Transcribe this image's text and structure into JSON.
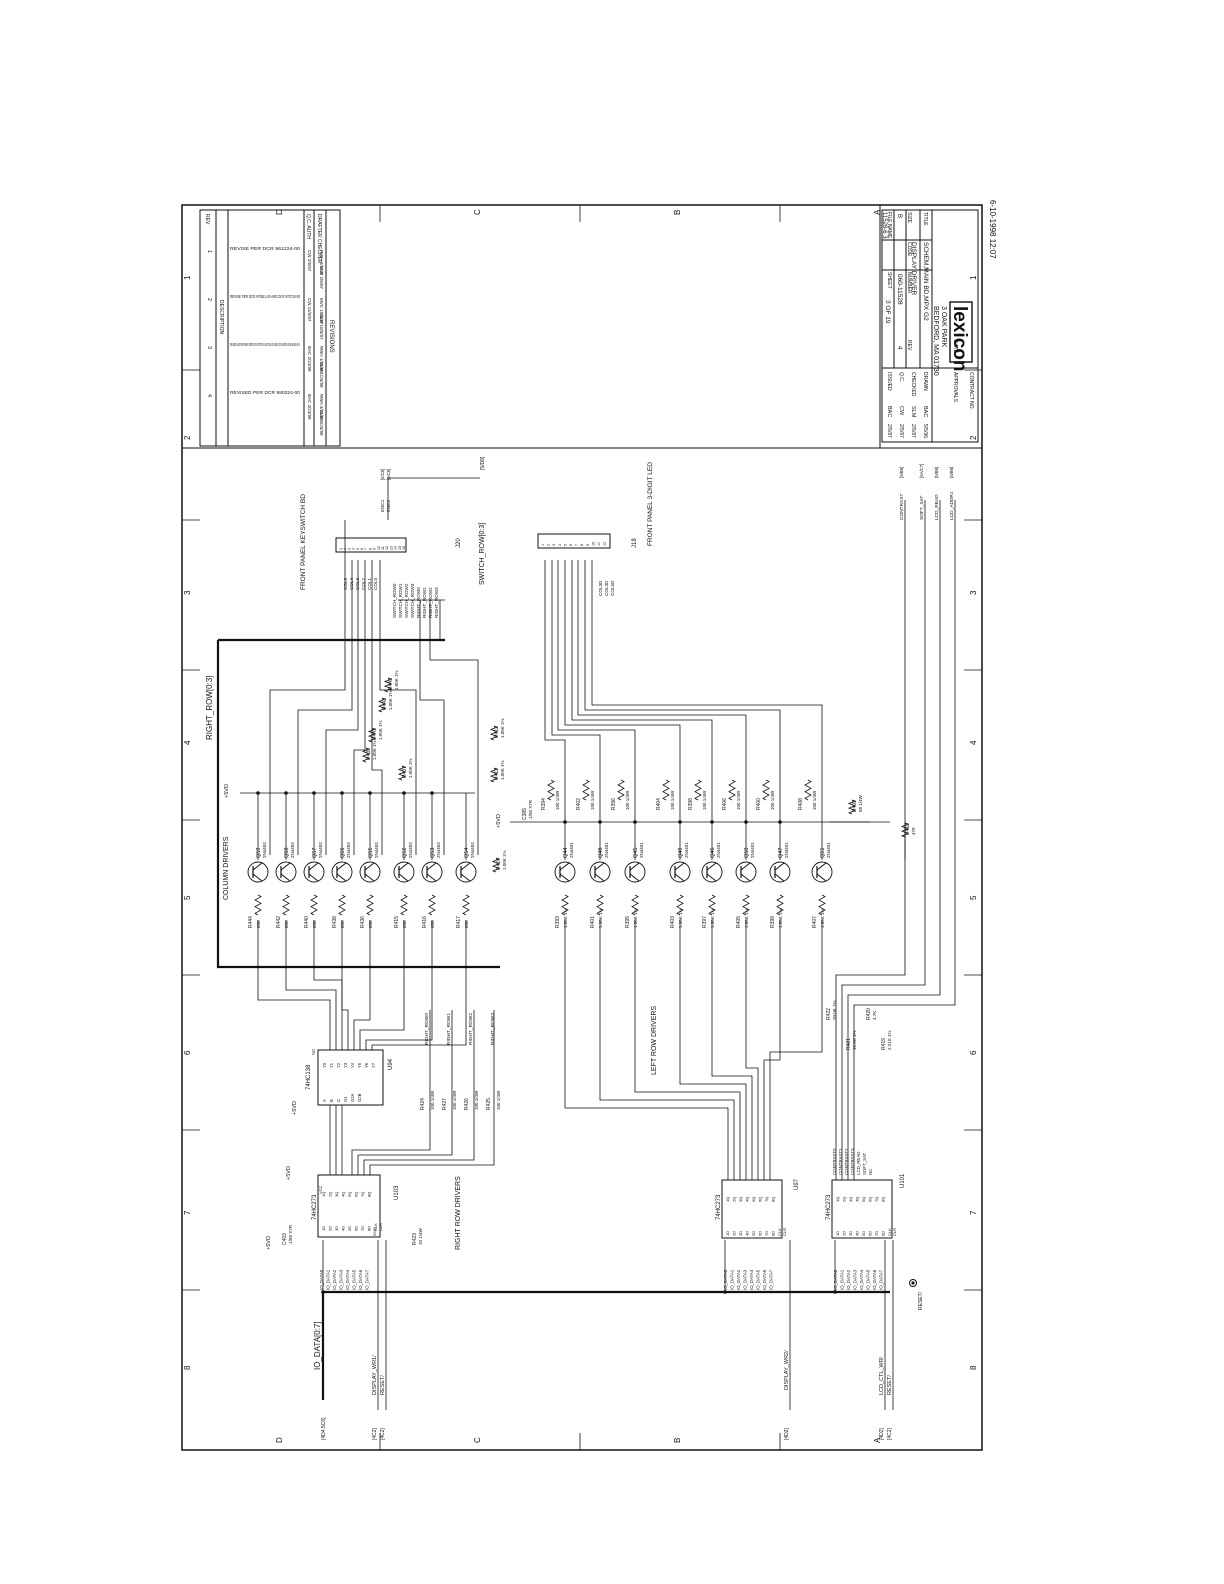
{
  "timestamp": "6-10-1998 12:07",
  "zones": {
    "cols": [
      "1",
      "2",
      "3",
      "4",
      "5",
      "6",
      "7",
      "8"
    ],
    "rows": [
      "A",
      "B",
      "C",
      "D"
    ]
  },
  "company": {
    "logo": "lexicon",
    "address1": "3 OAK PARK",
    "address2": "BEDFORD, MA 01730"
  },
  "title_block": {
    "contract_label": "CONTRACT NO.",
    "approvals_label": "APPROVALS",
    "date_label": "DATE",
    "title_label": "TITLE",
    "title_line1": "SCHEM,MAIN BD,MPX G2",
    "title_line2": "DISPLAY DRIVER",
    "rows": [
      {
        "role": "DRAWN",
        "name": "BAC",
        "date": "5/5/96"
      },
      {
        "role": "CHECKED",
        "name": "SLM",
        "date": "2/5/97"
      },
      {
        "role": "Q.C.",
        "name": "CW",
        "date": "2/5/97"
      },
      {
        "role": "ISSUED",
        "name": "BAC",
        "date": "2/5/97"
      }
    ],
    "size_label": "SIZE",
    "size": "B",
    "code_label": "CODE",
    "number_label": "NUMBER",
    "number": "060-11528",
    "rev_label": "REV",
    "rev": "4",
    "filename_label": "FILE NAME",
    "filename": "11528-6 3",
    "sheet_label": "SHEET",
    "sheet": "3 OF 19"
  },
  "revisions": {
    "heading": "REVISIONS",
    "cols": [
      "REV",
      "DESCRIPTION",
      "DRAFTER CHECKER",
      "Q.C. AUTH"
    ],
    "items": [
      {
        "rev": "1",
        "desc": "REVISE PER DCR 961224-00",
        "drafter": "RWH 2/6/97",
        "checker": "SLM 2/6/97",
        "qc": "CW 2/6/97"
      },
      {
        "rev": "2",
        "desc": "REVISE PER DCR 970611-00 AND DCR 970710-00",
        "drafter": "MVC 10/6/97",
        "checker": "SLM 10/6/97",
        "qc": "CW 11/6/97"
      },
      {
        "rev": "3",
        "desc": "REVISED AND REDRAWN PER DCRS 970701-00 & 971020-00 AND ECOS 980105-00 & 980106-00 A",
        "drafter": "RWH 1/26/98",
        "checker": "SLM 1/26/98",
        "qc": "BAC 2/24/98"
      },
      {
        "rev": "4",
        "desc": "REVISED PER DCR 980324-00",
        "drafter": "RWH 3/24/98",
        "checker": "SLM 3/25/98",
        "qc": "BAC 4/23/98"
      }
    ]
  },
  "schematic": {
    "front_panel_keyswitch": "FRONT PANEL KEYSWITCH BD",
    "j20": "J20",
    "j20_col_signals": [
      "COL5",
      "COL4",
      "COL3",
      "COL2",
      "COL1",
      "COL0"
    ],
    "j20_row_signals": [
      "SWITCH_ROW0",
      "SWITCH_ROW1",
      "SWITCH_ROW2",
      "SWITCH_ROW3",
      "RIGHT_ROW0",
      "RIGHT_ROW1",
      "RIGHT_ROW2",
      "RIGHT_ROW3"
    ],
    "j20_pins": [
      "1",
      "2",
      "3",
      "4",
      "5",
      "6",
      "7",
      "8",
      "9",
      "10",
      "11",
      "12",
      "13",
      "14",
      "15",
      "16"
    ],
    "enc_signals": [
      "ENC1",
      "ENC2"
    ],
    "enc_refs": [
      "[5/C8]",
      "[5/C8]"
    ],
    "switch_row_bus": "SWITCH_ROW[0:3]",
    "switch_row_ref": "[5/D8]",
    "front_panel_led": "FRONT PANEL 3-DIGIT LED",
    "j18": "J18",
    "j18_signals": [
      "COL3D",
      "COL4D",
      "COL5D"
    ],
    "j18_pins": [
      "1",
      "2",
      "3",
      "4",
      "5",
      "6",
      "7",
      "8",
      "9",
      "10",
      "11",
      "12"
    ],
    "right_row_bus": "RIGHT_ROW[0:3]",
    "column_drivers": "COLUMN DRIVERS",
    "left_row_drivers": "LEFT ROW DRIVERS",
    "right_row_drivers": "RIGHT ROW DRIVERS",
    "plus5vd": "+5VD",
    "col_transistors": [
      {
        "ref": "Q59",
        "type": "2N4403",
        "r_base": "R444",
        "r_val": "680"
      },
      {
        "ref": "Q58",
        "type": "2N4403",
        "r_base": "R442",
        "r_val": "680"
      },
      {
        "ref": "Q57",
        "type": "2N4403",
        "r_base": "R440",
        "r_val": "680"
      },
      {
        "ref": "Q56",
        "type": "2N4403",
        "r_base": "R438",
        "r_val": "680"
      },
      {
        "ref": "Q55",
        "type": "2N4403",
        "r_base": "R436",
        "r_val": "680"
      },
      {
        "ref": "Q52",
        "type": "2N4403",
        "r_base": "R415",
        "r_val": "680"
      },
      {
        "ref": "Q53",
        "type": "2N4403",
        "r_base": "R416",
        "r_val": "680"
      },
      {
        "ref": "Q54",
        "type": "2N4403",
        "r_base": "R417",
        "r_val": "680"
      }
    ],
    "row_transistors": [
      {
        "ref": "Q44",
        "type": "2N4401",
        "r_base": "R393",
        "r_val": "1.00K 1%",
        "r_col": "R394",
        "rc_val": "100 1/4W"
      },
      {
        "ref": "Q48",
        "type": "2N4401",
        "r_base": "R401",
        "r_val": "1.00K 1%",
        "r_col": "R402",
        "rc_val": "100 1/4W"
      },
      {
        "ref": "Q45",
        "type": "2N4401",
        "r_base": "R395",
        "r_val": "1.00K 1%",
        "r_col": "R396",
        "rc_val": "100 1/4W"
      },
      {
        "ref": "Q49",
        "type": "2N4401",
        "r_base": "R403",
        "r_val": "1.00K 1%",
        "r_col": "R404",
        "rc_val": "100 1/4W"
      },
      {
        "ref": "Q46",
        "type": "2N4401",
        "r_base": "R397",
        "r_val": "1.00K 1%",
        "r_col": "R398",
        "rc_val": "100 1/4W"
      },
      {
        "ref": "Q50",
        "type": "2N4401",
        "r_base": "R405",
        "r_val": "1.00K 1%",
        "r_col": "R406",
        "rc_val": "100 1/4W"
      },
      {
        "ref": "Q47",
        "type": "2N4401",
        "r_base": "R399",
        "r_val": "1.00K 1%",
        "r_col": "R400",
        "rc_val": "100 1/4W"
      },
      {
        "ref": "Q51",
        "type": "2N4401",
        "r_base": "R407",
        "r_val": "1.00K 1%",
        "r_col": "R408",
        "rc_val": "100 1/4W"
      }
    ],
    "misc_resistors": [
      {
        "ref": "R445",
        "val": "1.00K 1%"
      },
      {
        "ref": "R443",
        "val": "1.00K 1%"
      },
      {
        "ref": "R441",
        "val": "1.00K 1%"
      },
      {
        "ref": "R439",
        "val": "1.00K 1%"
      },
      {
        "ref": "R437",
        "val": "1.00K 1%"
      },
      {
        "ref": "R412",
        "val": "1.00K 1%"
      },
      {
        "ref": "R413",
        "val": "1.00K 1%"
      },
      {
        "ref": "R414",
        "val": "1.00K 1%"
      },
      {
        "ref": "R409",
        "val": "68 1/4W"
      },
      {
        "ref": "R418",
        "val": "470"
      }
    ],
    "c385": "C385",
    "c385_val": ".1/50 X7R",
    "u94": "U94",
    "u94_part": "74HC138",
    "u94_pins_in": [
      "A",
      "B",
      "C",
      "G1",
      "G2A",
      "G2B"
    ],
    "u94_pins_out": [
      "Y0",
      "Y1",
      "Y2",
      "Y3",
      "Y4",
      "Y5",
      "Y6",
      "Y7"
    ],
    "u94_nc": "NC",
    "u103": "U103",
    "u103_part": "74HC273",
    "u97": "U97",
    "u97_part": "74HC273",
    "u101": "U101",
    "u101_part": "74HC273",
    "d_pins": [
      "1D",
      "2D",
      "3D",
      "4D",
      "5D",
      "6D",
      "7D",
      "8D"
    ],
    "q_pins": [
      "1Q",
      "2Q",
      "3Q",
      "4Q",
      "5Q",
      "6Q",
      "7Q",
      "8Q"
    ],
    "clk": "CLK",
    "clr": "CLR",
    "gnd": "GND",
    "vcc": "VCC",
    "right_row_out": [
      "RIGHT_ROW0",
      "RIGHT_ROW1",
      "RIGHT_ROW2",
      "RIGHT_ROW3"
    ],
    "right_row_res": [
      {
        "ref": "R424",
        "val": "100 1/4W"
      },
      {
        "ref": "R427",
        "val": "100 1/4W"
      },
      {
        "ref": "R426",
        "val": "100 1/4W"
      },
      {
        "ref": "R425",
        "val": "100 1/4W"
      }
    ],
    "r423": "R423",
    "r423_val": "10 1/4W",
    "c403": "C403",
    "c403_val": ".1/50 X7R",
    "io_data": [
      "IO_DATA0",
      "IO_DATA1",
      "IO_DATA2",
      "IO_DATA3",
      "IO_DATA4",
      "IO_DATA5",
      "IO_DATA6",
      "IO_DATA7"
    ],
    "io_data_bus": "IO_DATA[0:7]",
    "io_ref": "[4D4,5C6]",
    "display_wr1": "DISPLAY_WR1/",
    "display_wr2": "DISPLAY_WR2/",
    "lcd_ctl_wr": "LCD_CTL_WR/",
    "reset": "RESET/",
    "reset_node": "RESET/",
    "wr1_refs": [
      "[4C2]",
      "[4C2]"
    ],
    "wr2_ref": "[4D2]",
    "lcd_refs": [
      "[4D2]",
      "[4C2]"
    ],
    "u101_out": [
      "CONTRAST0",
      "CONTRAST1",
      "CONTRAST2",
      "CONTRAST3",
      "LCD_READ",
      "SOFT_SAT",
      "NC"
    ],
    "contrast_res": [
      {
        "ref": "R422",
        "val": "20.0K 1%"
      },
      {
        "ref": "R420",
        "val": "4.7K"
      },
      {
        "ref": "R421",
        "val": "10.0K 1%"
      },
      {
        "ref": "R419",
        "val": "2.21K 1%"
      }
    ],
    "right_signals": [
      {
        "name": "CONTRAST",
        "ref": "[5/B8]"
      },
      {
        "name": "SOFT_SAT",
        "ref": "[5A/C7]"
      },
      {
        "name": "LCD_READ",
        "ref": "[5/B8]"
      },
      {
        "name": "LCD_ADDR1",
        "ref": "[5/B8]"
      }
    ]
  }
}
